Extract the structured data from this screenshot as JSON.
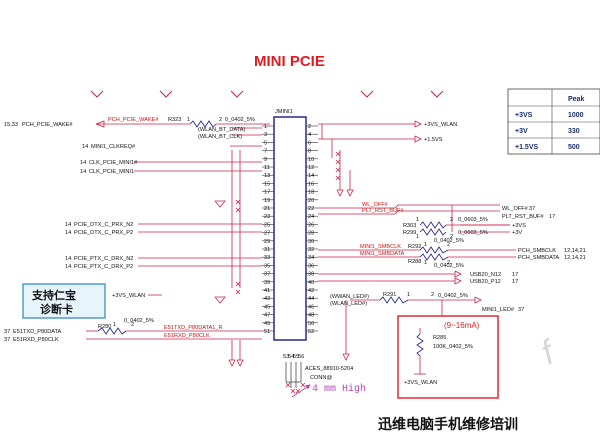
{
  "title": "MINI PCIE",
  "connector": {
    "ref": "JMINI1",
    "part": "ACES_88910-5204",
    "name": "CONN@",
    "left_pins": [
      "1",
      "3",
      "5",
      "7",
      "9",
      "11",
      "13",
      "15",
      "17",
      "19",
      "21",
      "23",
      "25",
      "27",
      "29",
      "31",
      "33",
      "35",
      "37",
      "39",
      "41",
      "43",
      "45",
      "47",
      "49",
      "51"
    ],
    "right_pins": [
      "2",
      "4",
      "6",
      "8",
      "10",
      "12",
      "14",
      "16",
      "18",
      "20",
      "22",
      "24",
      "26",
      "28",
      "30",
      "32",
      "34",
      "36",
      "38",
      "40",
      "42",
      "44",
      "46",
      "48",
      "50",
      "52"
    ],
    "bottom_pins": [
      "53",
      "54",
      "55",
      "56"
    ]
  },
  "left_signals": {
    "pch_wake_prefix": "15,33",
    "pch_wake": "PCH_PCIE_WAKE#",
    "pch_wake_net": "PCH_PCIE_WAKE#",
    "r323": "R323",
    "r323_pin1": "1",
    "r323_pin2": "2",
    "r323_val": "0_0402_5%",
    "wlan_bt_data": "(WLAN_BT_DATA)",
    "wlan_bt_clk": "(WLAN_BT_CLK)",
    "clkreq_num": "14",
    "clkreq": "MINI1_CLKREQ#",
    "clk_n_num": "14",
    "clk_n": "CLK_PCIE_MINI1#",
    "clk_p_num": "14",
    "clk_p": "CLK_PCIE_MINI1",
    "prx_n_num": "14",
    "prx_n": "PCIE_DTX_C_PRX_N2",
    "prx_p_num": "14",
    "prx_p": "PCIE_DTX_C_PRX_P2",
    "ptx_n_num": "14",
    "ptx_n": "PCIE_PTX_C_DRX_N2",
    "ptx_p_num": "14",
    "ptx_p": "PCIE_PTX_C_DRX_P2",
    "vs_wlan": "+3VS_WLAN",
    "e51txd_num": "37",
    "e51txd": "E51TXD_P80DATA",
    "e51rxd_num": "37",
    "e51rxd": "E51RXD_P80CLK",
    "r280": "R280",
    "r280_pin1": "1",
    "r280_pin2": "2",
    "r280_val": "0_0402_5%",
    "e51txd_net": "E51TXD_P80DATA1_R",
    "e51rxd_net": "E51RXD_P80CLK"
  },
  "right_signals": {
    "vs_wlan": "+3VS_WLAN",
    "v15": "+1.5VS",
    "wl_off_net": "WL_OFF#",
    "plt_rst_net": "PLT_RST_BUF#",
    "wl_off_num": "37",
    "wl_off": "WL_OFF#",
    "plt_rst_num": "17",
    "plt_rst": "PLT_RST_BUF#",
    "r303": "R303",
    "r303_pin1": "1",
    "r303_pin2": "2",
    "r303_val": "0_0603_5%",
    "r303_rail": "+3VS",
    "r299": "R299",
    "r299_pin1": "1",
    "r299_pin2": "2",
    "r299_val": "0_0603_5%",
    "r299_rail": "+3V",
    "r29x_val": "0_0402_5%",
    "smbclk_net": "MINI1_SMBCLK",
    "smbdata_net": "MINI1_SMBDATA",
    "r292": "R292",
    "r292_pin1": "1",
    "r292_pin2": "2",
    "r288": "R288",
    "r288_pin1": "1",
    "r288_pin2": "2",
    "r288_val": "0_0402_5%",
    "pch_smbclk": "PCH_SMBCLK",
    "pch_smbclk_num": "12,14,21",
    "pch_smbdata": "PCH_SMBDATA",
    "pch_smbdata_num": "12,14,21",
    "usb_n": "USB20_N12",
    "usb_n_num": "17",
    "usb_p": "USB20_P12",
    "usb_p_num": "17",
    "wwan_led": "(WWAN_LED#)",
    "wlan_led": "(WLAN_LED#)",
    "r291": "R291",
    "r291_pin1": "1",
    "r291_pin2": "2",
    "r291_val": "0_0402_5%",
    "mini1_led": "MINI1_LED#",
    "mini1_led_num": "37",
    "led_current": "(9~16mA)",
    "r285": "R285",
    "r285_val": "100K_0402_5%",
    "r285_rail": "+3VS_WLAN"
  },
  "power_table": {
    "header": [
      "",
      "Peak"
    ],
    "rows": [
      [
        "+3VS",
        "1000"
      ],
      [
        "+3V",
        "330"
      ],
      [
        "+1.5VS",
        "500"
      ]
    ]
  },
  "callout": {
    "line1": "支持仁宝",
    "line2": "诊断卡"
  },
  "height_note": "4 mm High",
  "banner": "迅维电脑手机维修培训",
  "watermark": "f"
}
